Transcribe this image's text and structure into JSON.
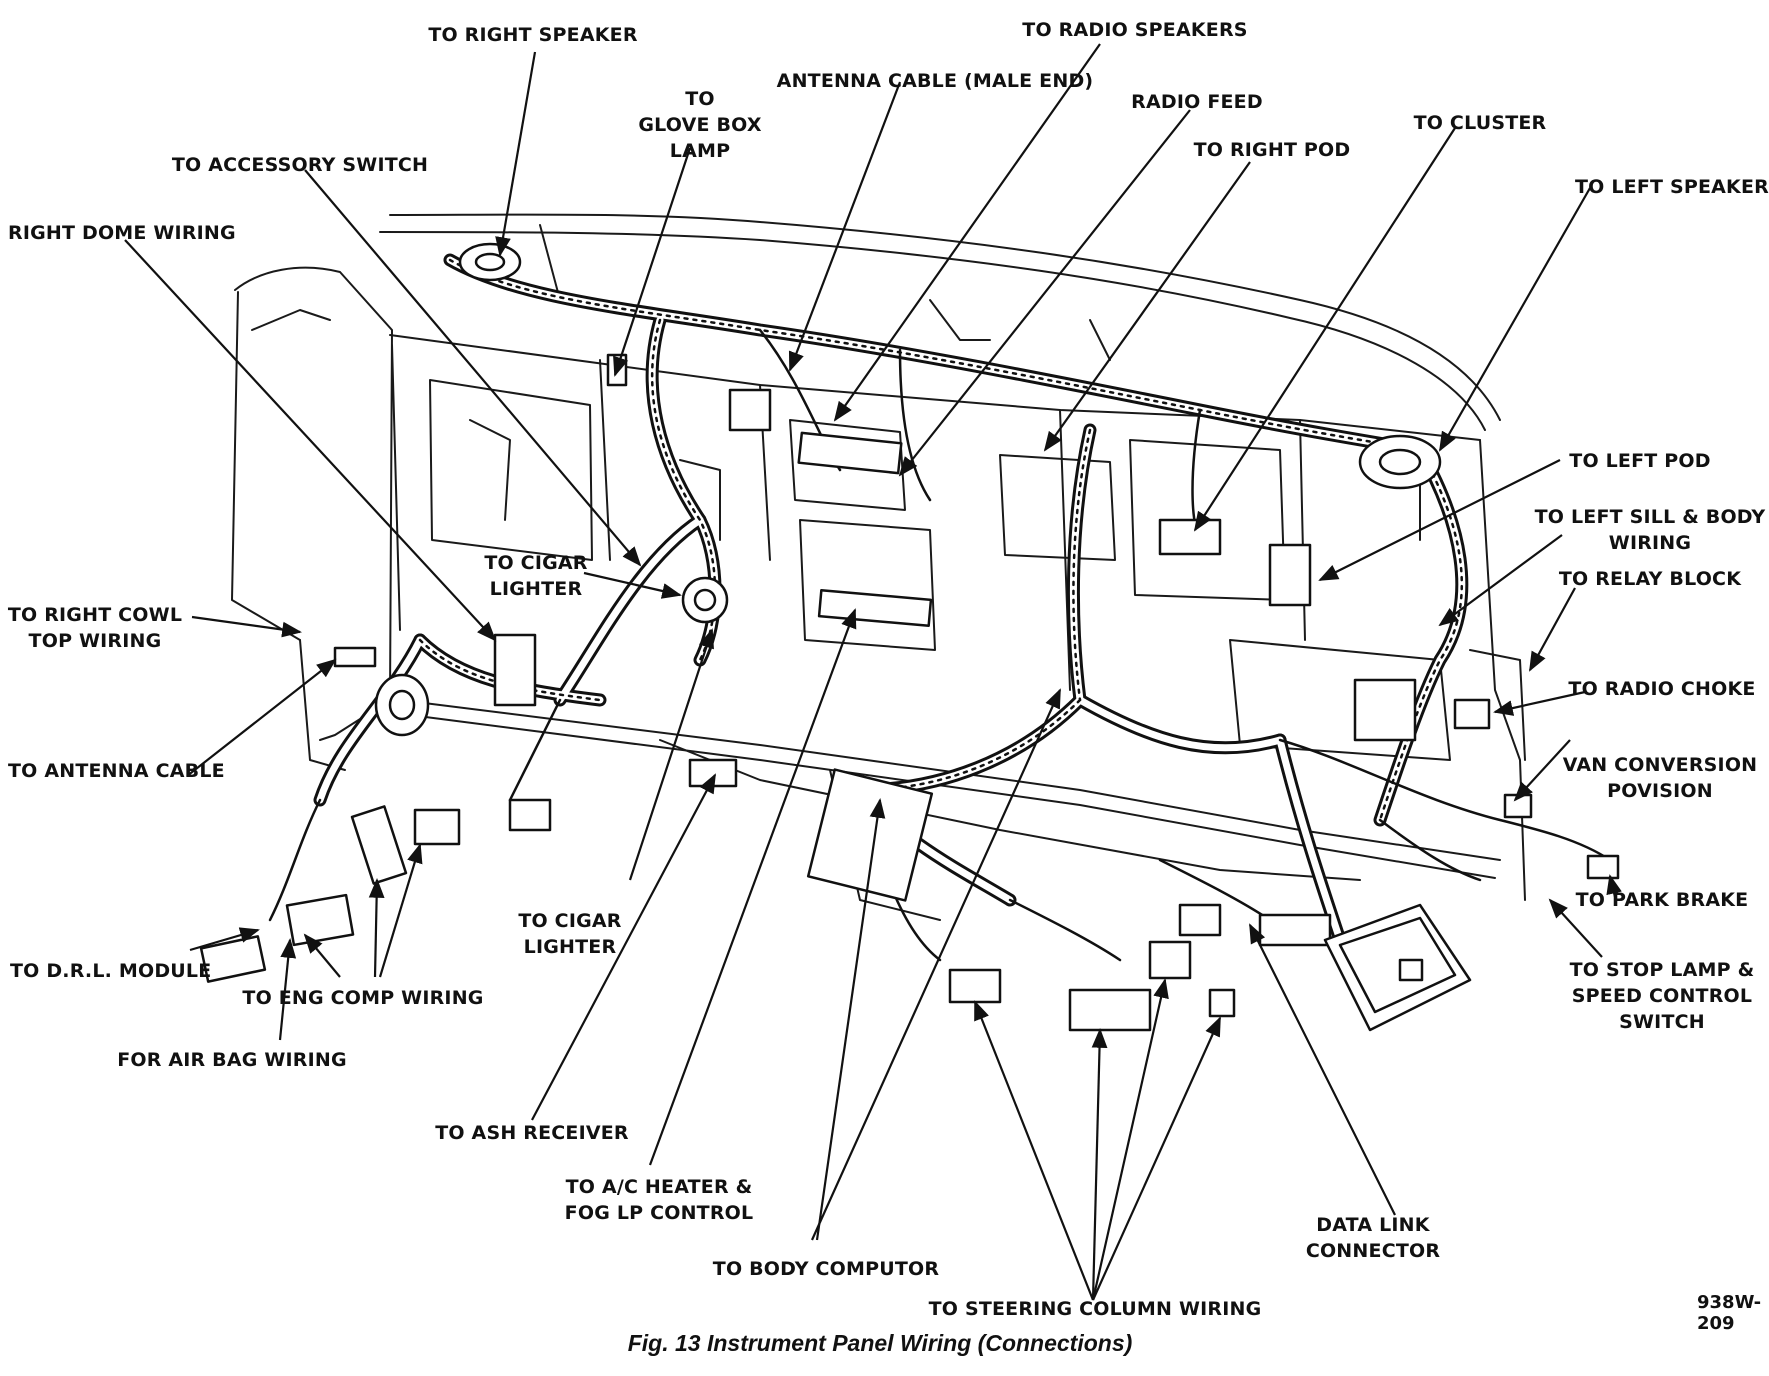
{
  "caption": "Fig. 13 Instrument Panel Wiring (Connections)",
  "figure_id": "938W-209",
  "labels": {
    "to_right_speaker": "TO RIGHT SPEAKER",
    "to_glove_box_lamp": [
      "TO",
      "GLOVE BOX",
      "LAMP"
    ],
    "antenna_cable_male_end": "ANTENNA CABLE (MALE END)",
    "to_radio_speakers": "TO RADIO SPEAKERS",
    "radio_feed": "RADIO FEED",
    "to_right_pod": "TO RIGHT POD",
    "to_cluster": "TO CLUSTER",
    "to_left_speaker": "TO LEFT SPEAKER",
    "to_accessory_switch": "TO ACCESSORY SWITCH",
    "right_dome_wiring": "RIGHT DOME WIRING",
    "to_left_pod": "TO LEFT POD",
    "to_left_sill_body_wiring": [
      "TO LEFT SILL & BODY",
      "WIRING"
    ],
    "to_relay_block": "TO RELAY BLOCK",
    "to_cigar_lighter_upper": [
      "TO CIGAR",
      "LIGHTER"
    ],
    "to_right_cowl_top_wiring": [
      "TO RIGHT COWL",
      "TOP WIRING"
    ],
    "to_radio_choke": "TO RADIO CHOKE",
    "van_conversion_provision": [
      "VAN CONVERSION",
      "POVISION"
    ],
    "to_antenna_cable": "TO ANTENNA CABLE",
    "to_park_brake": "TO PARK BRAKE",
    "to_cigar_lighter_lower": [
      "TO CIGAR",
      "LIGHTER"
    ],
    "to_stop_lamp_speed_control_switch": [
      "TO STOP LAMP &",
      "SPEED CONTROL",
      "SWITCH"
    ],
    "to_drl_module": "TO D.R.L. MODULE",
    "to_eng_comp_wiring": "TO ENG COMP WIRING",
    "for_air_bag_wiring": "FOR AIR BAG WIRING",
    "to_ash_receiver": "TO ASH RECEIVER",
    "to_ac_heater_fog_lp_control": [
      "TO A/C HEATER &",
      "FOG LP CONTROL"
    ],
    "data_link_connector": [
      "DATA LINK",
      "CONNECTOR"
    ],
    "to_body_computor": "TO BODY COMPUTOR",
    "to_steering_column_wiring": "TO STEERING COLUMN WIRING"
  }
}
